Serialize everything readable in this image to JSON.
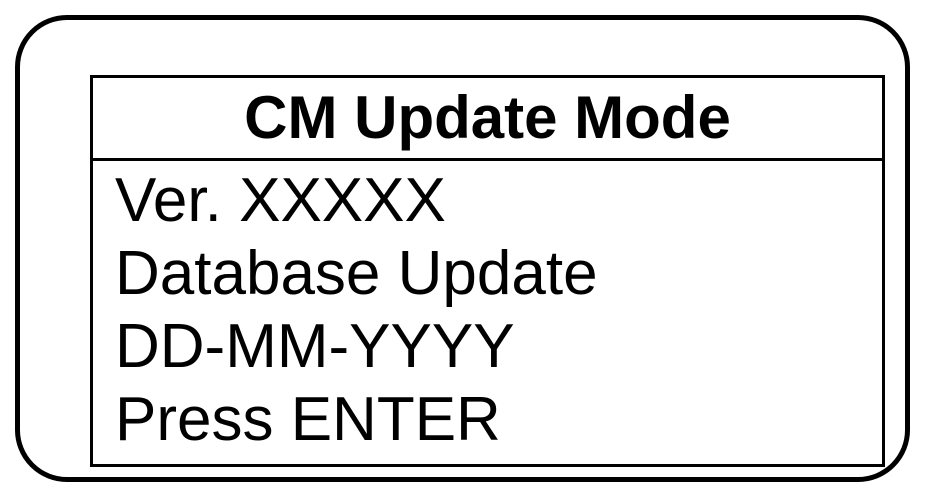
{
  "screen": {
    "title": "CM Update Mode",
    "lines": [
      "Ver. XXXXX",
      "Database Update",
      "DD-MM-YYYY",
      "Press ENTER"
    ]
  }
}
